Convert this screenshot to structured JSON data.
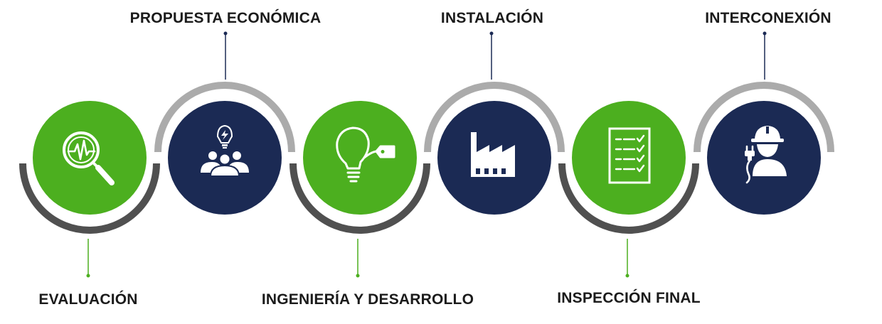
{
  "colors": {
    "green": "#4caf1f",
    "navy": "#1b2a54",
    "arc_dark": "#505050",
    "arc_light": "#ababab",
    "line_green": "#4caf1f",
    "line_navy": "#1b2a54"
  },
  "steps": [
    {
      "label": "EVALUACIÓN",
      "icon": "magnifier-pulse-icon",
      "color": "green",
      "label_position": "bottom"
    },
    {
      "label": "PROPUESTA ECONÓMICA",
      "icon": "team-idea-bulb-icon",
      "color": "navy",
      "label_position": "top"
    },
    {
      "label": "INGENIERÍA Y DESARROLLO",
      "icon": "lightbulb-tag-icon",
      "color": "green",
      "label_position": "bottom"
    },
    {
      "label": "INSTALACIÓN",
      "icon": "factory-icon",
      "color": "navy",
      "label_position": "top"
    },
    {
      "label": "INSPECCIÓN FINAL",
      "icon": "checklist-icon",
      "color": "green",
      "label_position": "bottom"
    },
    {
      "label": "INTERCONEXIÓN",
      "icon": "worker-plug-icon",
      "color": "navy",
      "label_position": "top"
    }
  ]
}
